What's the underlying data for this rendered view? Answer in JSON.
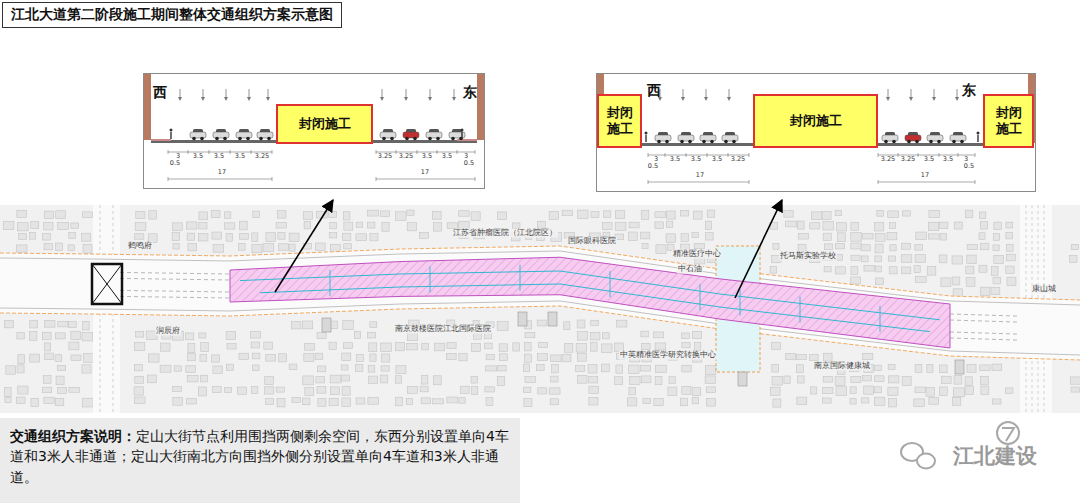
{
  "diagram": {
    "title": "江北大道第二阶段施工期间整体交通组织方案示意图",
    "nodes": [
      {
        "text": [
          "西",
          "东"
        ]
      },
      {
        "text": [
          "封闭施工"
        ],
        "in": 0
      },
      {
        "text": [
          "西",
          "东"
        ]
      },
      {
        "text": [
          "封闭 施工"
        ],
        "in": 2
      },
      {
        "text": [
          "封闭施工"
        ],
        "in": 2
      },
      {
        "text": [
          "封闭 施工"
        ],
        "in": 2
      },
      {
        "text": [
          "交通组织方案说明：",
          "定山大街节点利用围挡两侧剩余空间，东西分别设置单向4车道和3米人非通道；定山大街南北方向围挡外侧分别设置单向4车道和3米人非通道。"
        ]
      }
    ],
    "labels": [
      "3",
      "3.5",
      "3.5",
      "3.5",
      "3.25",
      "0.5",
      "17",
      "3.25",
      "3.25",
      "3.5",
      "3.5",
      "3",
      "0.5",
      "17",
      "3",
      "3.5",
      "3.5",
      "3.5",
      "3.25",
      "0.5",
      "17",
      "3.25",
      "3.25",
      "3.5",
      "3.5",
      "3",
      "0.5",
      "17",
      "鹤鸣府",
      "润辰府",
      "江苏省肿瘤医院（江北院区）",
      "国际眼科医院",
      "南京鼓楼医院江北国际医院",
      "精准医疗中心",
      "托马斯实验学校",
      "中石油",
      "中英精准医学研究转换中心",
      "南京国际健康城",
      "康山城",
      "江北建设"
    ]
  }
}
